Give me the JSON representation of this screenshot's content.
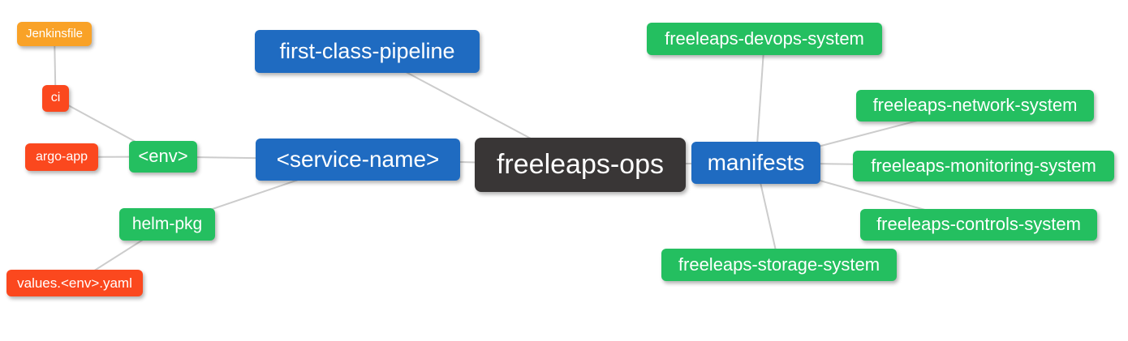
{
  "diagram": {
    "type": "mindmap",
    "background": "#ffffff",
    "edge_color": "#cccccc",
    "palette": {
      "blue": "#1f6bc1",
      "green": "#24bf60",
      "orange": "#f9a227",
      "red": "#fb481e",
      "dark": "#393636"
    },
    "nodes": [
      {
        "id": "jenkinsfile",
        "label": "Jenkinsfile",
        "color": "orange"
      },
      {
        "id": "ci",
        "label": "ci",
        "color": "red"
      },
      {
        "id": "argo-app",
        "label": "argo-app",
        "color": "red"
      },
      {
        "id": "env",
        "label": "<env>",
        "color": "green"
      },
      {
        "id": "helm-pkg",
        "label": "helm-pkg",
        "color": "green"
      },
      {
        "id": "values-env-yaml",
        "label": "values.<env>.yaml",
        "color": "red"
      },
      {
        "id": "first-class-pipeline",
        "label": "first-class-pipeline",
        "color": "blue"
      },
      {
        "id": "service-name",
        "label": "<service-name>",
        "color": "blue"
      },
      {
        "id": "freeleaps-ops",
        "label": "freeleaps-ops",
        "color": "dark"
      },
      {
        "id": "manifests",
        "label": "manifests",
        "color": "blue"
      },
      {
        "id": "freeleaps-devops-system",
        "label": "freeleaps-devops-system",
        "color": "green"
      },
      {
        "id": "freeleaps-network-system",
        "label": "freeleaps-network-system",
        "color": "green"
      },
      {
        "id": "freeleaps-monitoring-system",
        "label": "freeleaps-monitoring-system",
        "color": "green"
      },
      {
        "id": "freeleaps-controls-system",
        "label": "freeleaps-controls-system",
        "color": "green"
      },
      {
        "id": "freeleaps-storage-system",
        "label": "freeleaps-storage-system",
        "color": "green"
      }
    ],
    "edges": [
      [
        "jenkinsfile",
        "ci"
      ],
      [
        "ci",
        "env"
      ],
      [
        "argo-app",
        "env"
      ],
      [
        "env",
        "service-name"
      ],
      [
        "helm-pkg",
        "service-name"
      ],
      [
        "values-env-yaml",
        "helm-pkg"
      ],
      [
        "first-class-pipeline",
        "freeleaps-ops"
      ],
      [
        "service-name",
        "freeleaps-ops"
      ],
      [
        "freeleaps-ops",
        "manifests"
      ],
      [
        "manifests",
        "freeleaps-devops-system"
      ],
      [
        "manifests",
        "freeleaps-network-system"
      ],
      [
        "manifests",
        "freeleaps-monitoring-system"
      ],
      [
        "manifests",
        "freeleaps-controls-system"
      ],
      [
        "manifests",
        "freeleaps-storage-system"
      ]
    ]
  }
}
